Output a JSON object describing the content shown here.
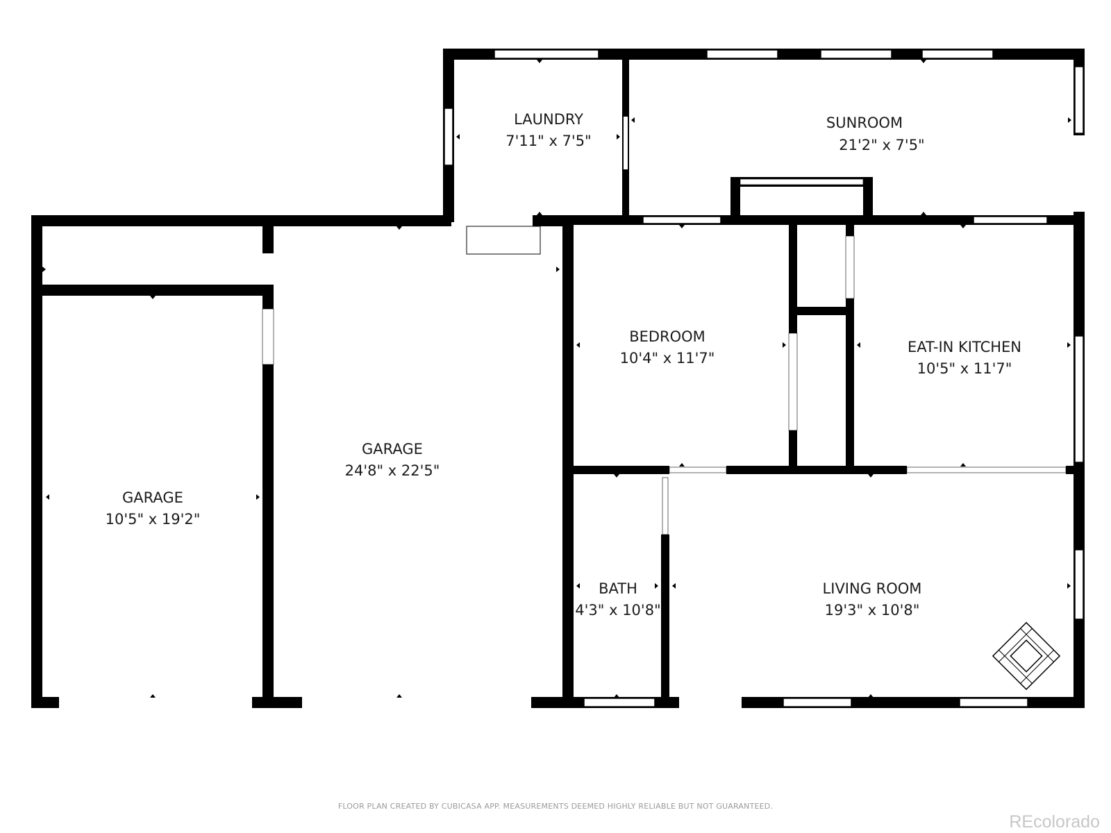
{
  "rooms": [
    {
      "id": "laundry",
      "name": "LAUNDRY",
      "dims": "7'11\" x 7'5\""
    },
    {
      "id": "sunroom",
      "name": "SUNROOM",
      "dims": "21'2\" x 7'5\""
    },
    {
      "id": "garage-large",
      "name": "GARAGE",
      "dims": "24'8\" x 22'5\""
    },
    {
      "id": "garage-small",
      "name": "GARAGE",
      "dims": "10'5\" x 19'2\""
    },
    {
      "id": "bedroom",
      "name": "BEDROOM",
      "dims": "10'4\" x 11'7\""
    },
    {
      "id": "kitchen",
      "name": "EAT-IN KITCHEN",
      "dims": "10'5\" x 11'7\""
    },
    {
      "id": "bath",
      "name": "BATH",
      "dims": "4'3\" x 10'8\""
    },
    {
      "id": "living",
      "name": "LIVING ROOM",
      "dims": "19'3\" x 10'8\""
    }
  ],
  "footer": {
    "disclaimer": "FLOOR PLAN CREATED BY CUBICASA APP. MEASUREMENTS DEEMED HIGHLY RELIABLE BUT NOT GUARANTEED.",
    "brand": "REcolorado"
  },
  "colors": {
    "wall": "#000000",
    "background": "#ffffff",
    "text": "#1a1a1a",
    "footer": "#9a9a9a",
    "brand": "#c7c7c7"
  }
}
